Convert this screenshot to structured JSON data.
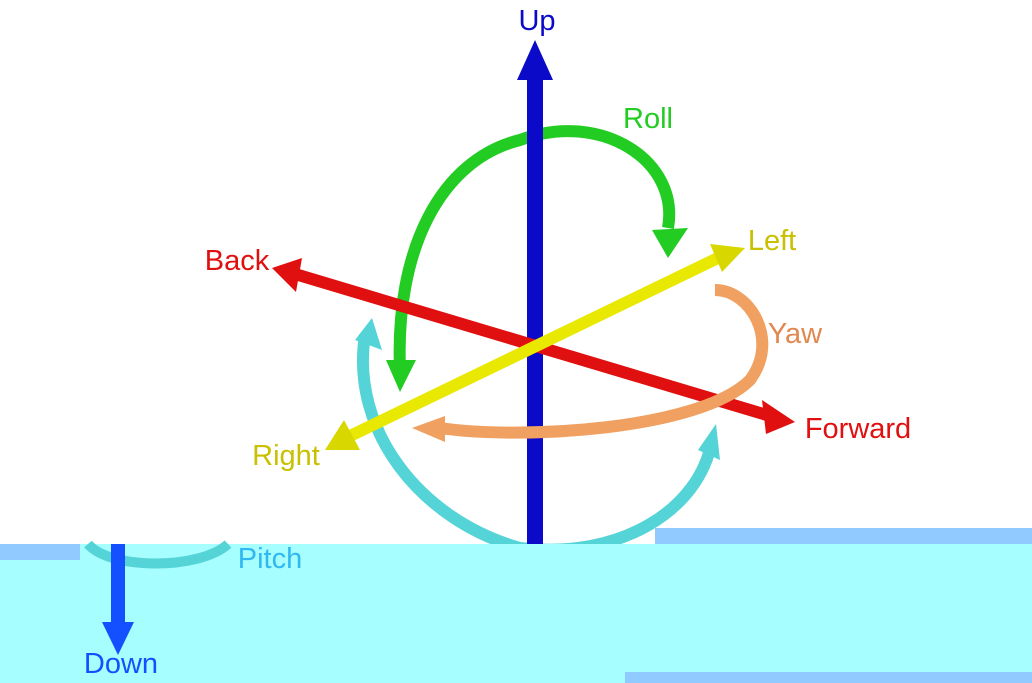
{
  "labels": {
    "up": "Up",
    "down": "Down",
    "back": "Back",
    "forward": "Forward",
    "left": "Left",
    "right": "Right",
    "roll": "Roll",
    "yaw": "Yaw",
    "pitch": "Pitch"
  },
  "colors": {
    "up_axis": "#0a0ac8",
    "down_axis": "#1450ff",
    "forward_back_axis": "#e01010",
    "left_right_axis": "#e8e800",
    "roll": "#22cc22",
    "yaw": "#f0a060",
    "pitch": "#55d4d8",
    "band": "#a6fefe",
    "strip": "#90caff"
  }
}
